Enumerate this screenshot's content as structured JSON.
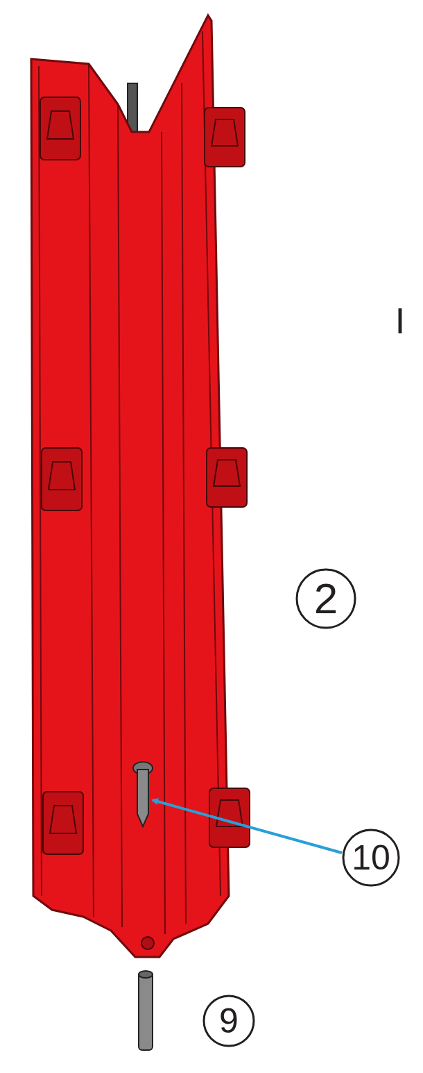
{
  "diagram": {
    "labels": [
      "I",
      "2",
      "10",
      "9"
    ]
  }
}
